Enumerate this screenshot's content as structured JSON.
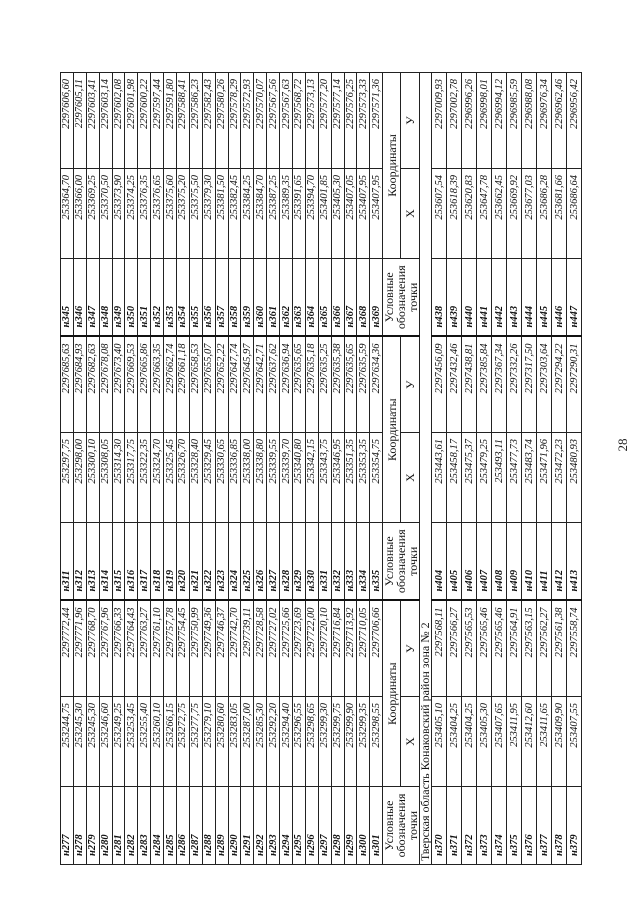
{
  "page_number": "28",
  "header": {
    "point_label": "Условные обозначения точки",
    "coords_label": "Координаты",
    "x_label": "X",
    "y_label": "У"
  },
  "region_label": "Тверская область Конаковский район зона № 2",
  "top_rows": {
    "left": [
      [
        "н277",
        "253244,75",
        "2297772,44"
      ],
      [
        "н278",
        "253245,30",
        "2297771,96"
      ],
      [
        "н279",
        "253245,30",
        "2297768,70"
      ],
      [
        "н280",
        "253246,60",
        "2297767,96"
      ],
      [
        "н281",
        "253249,25",
        "2297766,33"
      ],
      [
        "н282",
        "253253,45",
        "2297764,43"
      ],
      [
        "н283",
        "253255,40",
        "2297763,27"
      ],
      [
        "н284",
        "253260,10",
        "2297761,10"
      ],
      [
        "н285",
        "253266,15",
        "2297757,78"
      ],
      [
        "н286",
        "253272,75",
        "2297754,45"
      ],
      [
        "н287",
        "253277,75",
        "2297750,99"
      ],
      [
        "н288",
        "253279,10",
        "2297749,36"
      ],
      [
        "н289",
        "253280,60",
        "2297746,37"
      ],
      [
        "н290",
        "253283,05",
        "2297742,70"
      ],
      [
        "н291",
        "253287,00",
        "2297739,11"
      ],
      [
        "н292",
        "253285,30",
        "2297728,58"
      ],
      [
        "н293",
        "253292,20",
        "2297727,02"
      ],
      [
        "н294",
        "253294,40",
        "2297725,66"
      ],
      [
        "н295",
        "253296,55",
        "2297723,69"
      ],
      [
        "н296",
        "253298,65",
        "2297722,00"
      ],
      [
        "н297",
        "253299,30",
        "2297720,10"
      ],
      [
        "н298",
        "253299,75",
        "2297716,84"
      ],
      [
        "н299",
        "253299,90",
        "2297713,92"
      ],
      [
        "н300",
        "253299,35",
        "2297710,05"
      ],
      [
        "н301",
        "253298,55",
        "2297706,66"
      ]
    ],
    "middle": [
      [
        "н311",
        "253297,75",
        "2297685,63"
      ],
      [
        "н312",
        "253298,00",
        "2297684,93"
      ],
      [
        "н313",
        "253300,10",
        "2297682,63"
      ],
      [
        "н314",
        "253308,05",
        "2297678,08"
      ],
      [
        "н315",
        "253314,30",
        "2297673,40"
      ],
      [
        "н316",
        "253317,75",
        "2297669,53"
      ],
      [
        "н317",
        "253322,35",
        "2297665,86"
      ],
      [
        "н318",
        "253324,70",
        "2297663,35"
      ],
      [
        "н319",
        "253325,45",
        "2297662,74"
      ],
      [
        "н320",
        "253326,70",
        "2297661,18"
      ],
      [
        "н321",
        "253328,40",
        "2297658,53"
      ],
      [
        "н322",
        "253329,45",
        "2297655,07"
      ],
      [
        "н323",
        "253330,65",
        "2297652,22"
      ],
      [
        "н324",
        "253336,85",
        "2297647,74"
      ],
      [
        "н325",
        "253338,00",
        "2297645,97"
      ],
      [
        "н326",
        "253338,80",
        "2297642,71"
      ],
      [
        "н327",
        "253339,55",
        "2297637,62"
      ],
      [
        "н328",
        "253339,70",
        "2297636,94"
      ],
      [
        "н329",
        "253340,80",
        "2297635,65"
      ],
      [
        "н330",
        "253342,15",
        "2297635,18"
      ],
      [
        "н331",
        "253343,75",
        "2297635,25"
      ],
      [
        "н332",
        "253346,95",
        "2297635,38"
      ],
      [
        "н333",
        "253351,35",
        "2297635,65"
      ],
      [
        "н334",
        "253353,35",
        "2297635,59"
      ],
      [
        "н335",
        "253354,75",
        "2297634,36"
      ]
    ],
    "right": [
      [
        "н345",
        "253364,70",
        "2297606,60"
      ],
      [
        "н346",
        "253366,00",
        "2297605,11"
      ],
      [
        "н347",
        "253369,25",
        "2297603,41"
      ],
      [
        "н348",
        "253370,50",
        "2297603,14"
      ],
      [
        "н349",
        "253373,90",
        "2297602,08"
      ],
      [
        "н350",
        "253374,25",
        "2297601,98"
      ],
      [
        "н351",
        "253376,35",
        "2297600,22"
      ],
      [
        "н352",
        "253376,65",
        "2297597,44"
      ],
      [
        "н353",
        "253375,60",
        "2297591,80"
      ],
      [
        "н354",
        "253375,20",
        "2297588,41"
      ],
      [
        "н355",
        "253375,50",
        "2297586,23"
      ],
      [
        "н356",
        "253379,30",
        "2297582,43"
      ],
      [
        "н357",
        "253381,50",
        "2297580,26"
      ],
      [
        "н358",
        "253382,45",
        "2297578,29"
      ],
      [
        "н359",
        "253384,25",
        "2297572,93"
      ],
      [
        "н360",
        "253384,70",
        "2297570,07"
      ],
      [
        "н361",
        "253387,25",
        "2297567,56"
      ],
      [
        "н362",
        "253389,35",
        "2297567,63"
      ],
      [
        "н363",
        "253391,65",
        "2297568,72"
      ],
      [
        "н364",
        "253394,70",
        "2297573,13"
      ],
      [
        "н365",
        "253401,85",
        "2297577,20"
      ],
      [
        "н366",
        "253405,30",
        "2297577,14"
      ],
      [
        "н367",
        "253407,05",
        "2297576,25"
      ],
      [
        "н368",
        "253407,95",
        "2297573,33"
      ],
      [
        "н369",
        "253407,95",
        "2297571,36"
      ]
    ]
  },
  "bottom_rows": {
    "left": [
      [
        "н370",
        "253405,10",
        "2297568,11"
      ],
      [
        "н371",
        "253404,25",
        "2297566,27"
      ],
      [
        "н372",
        "253404,25",
        "2297565,53"
      ],
      [
        "н373",
        "253405,30",
        "2297565,46"
      ],
      [
        "н374",
        "253407,65",
        "2297565,46"
      ],
      [
        "н375",
        "253411,95",
        "2297564,91"
      ],
      [
        "н376",
        "253412,60",
        "2297563,15"
      ],
      [
        "н377",
        "253411,65",
        "2297562,27"
      ],
      [
        "н378",
        "253409,90",
        "2297561,38"
      ],
      [
        "н379",
        "253407,55",
        "2297558,74"
      ]
    ],
    "middle": [
      [
        "н404",
        "253443,61",
        "2297456,09"
      ],
      [
        "н405",
        "253458,17",
        "2297432,46"
      ],
      [
        "н406",
        "253475,37",
        "2297438,81"
      ],
      [
        "н407",
        "253479,25",
        "2297385,84"
      ],
      [
        "н408",
        "253493,11",
        "2297367,34"
      ],
      [
        "н409",
        "253477,73",
        "2297332,26"
      ],
      [
        "н410",
        "253483,74",
        "2297317,50"
      ],
      [
        "н411",
        "253471,96",
        "2297303,64"
      ],
      [
        "н412",
        "253472,23",
        "2297294,22"
      ],
      [
        "н413",
        "253480,93",
        "2297290,31"
      ]
    ],
    "right": [
      [
        "н438",
        "253607,54",
        "2297009,93"
      ],
      [
        "н439",
        "253618,39",
        "2297002,78"
      ],
      [
        "н440",
        "253620,83",
        "2296996,26"
      ],
      [
        "н441",
        "253647,78",
        "2296998,01"
      ],
      [
        "н442",
        "253662,45",
        "2296994,12"
      ],
      [
        "н443",
        "253669,92",
        "2296985,59"
      ],
      [
        "н444",
        "253677,03",
        "2296988,08"
      ],
      [
        "н445",
        "253686,28",
        "2296976,34"
      ],
      [
        "н446",
        "253681,66",
        "2296962,46"
      ],
      [
        "н447",
        "253686,64",
        "2296956,42"
      ]
    ]
  }
}
